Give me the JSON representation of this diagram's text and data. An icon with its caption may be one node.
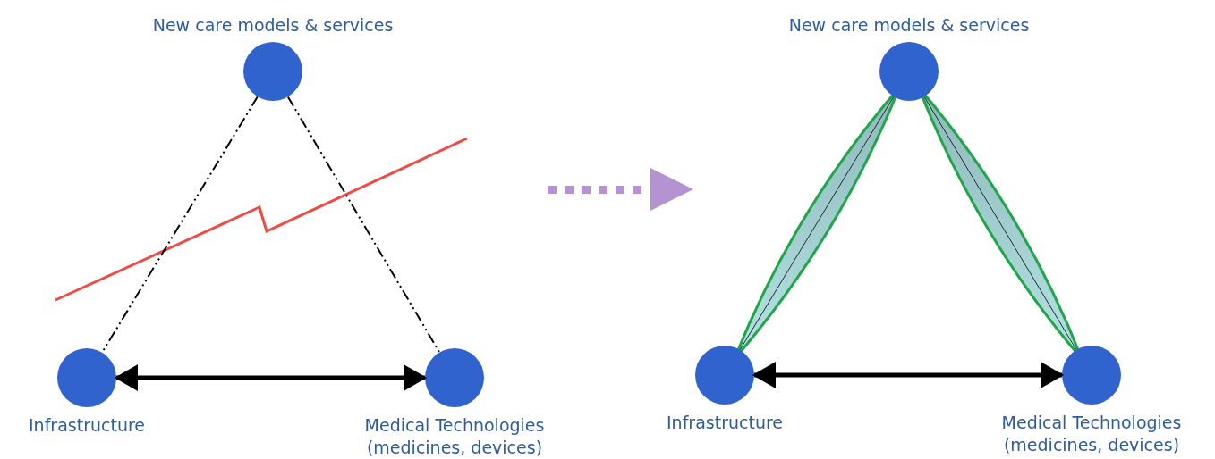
{
  "diagram": {
    "nodes": [
      {
        "text": [
          "New care models & services"
        ]
      },
      {
        "text": [
          "Infrastructure"
        ]
      },
      {
        "text": [
          "Medical Technologies (medicines, devices)"
        ]
      },
      {
        "text": [
          "New care models & services"
        ]
      },
      {
        "text": [
          "Infrastructure"
        ]
      },
      {
        "text": [
          "Medical Technologies (medicines, devices)"
        ]
      }
    ],
    "edges": [
      {
        "from": 0,
        "to": 1,
        "arrow": "none",
        "style": "dashed"
      },
      {
        "from": 0,
        "to": 2,
        "arrow": "none",
        "style": "dashed"
      },
      {
        "from": 1,
        "to": 2,
        "arrow": "both",
        "style": "thick"
      },
      {
        "from": 3,
        "to": 4,
        "arrow": "none"
      },
      {
        "from": 3,
        "to": 5,
        "arrow": "none"
      },
      {
        "from": 4,
        "to": 5,
        "arrow": "both",
        "style": "thick"
      }
    ]
  }
}
